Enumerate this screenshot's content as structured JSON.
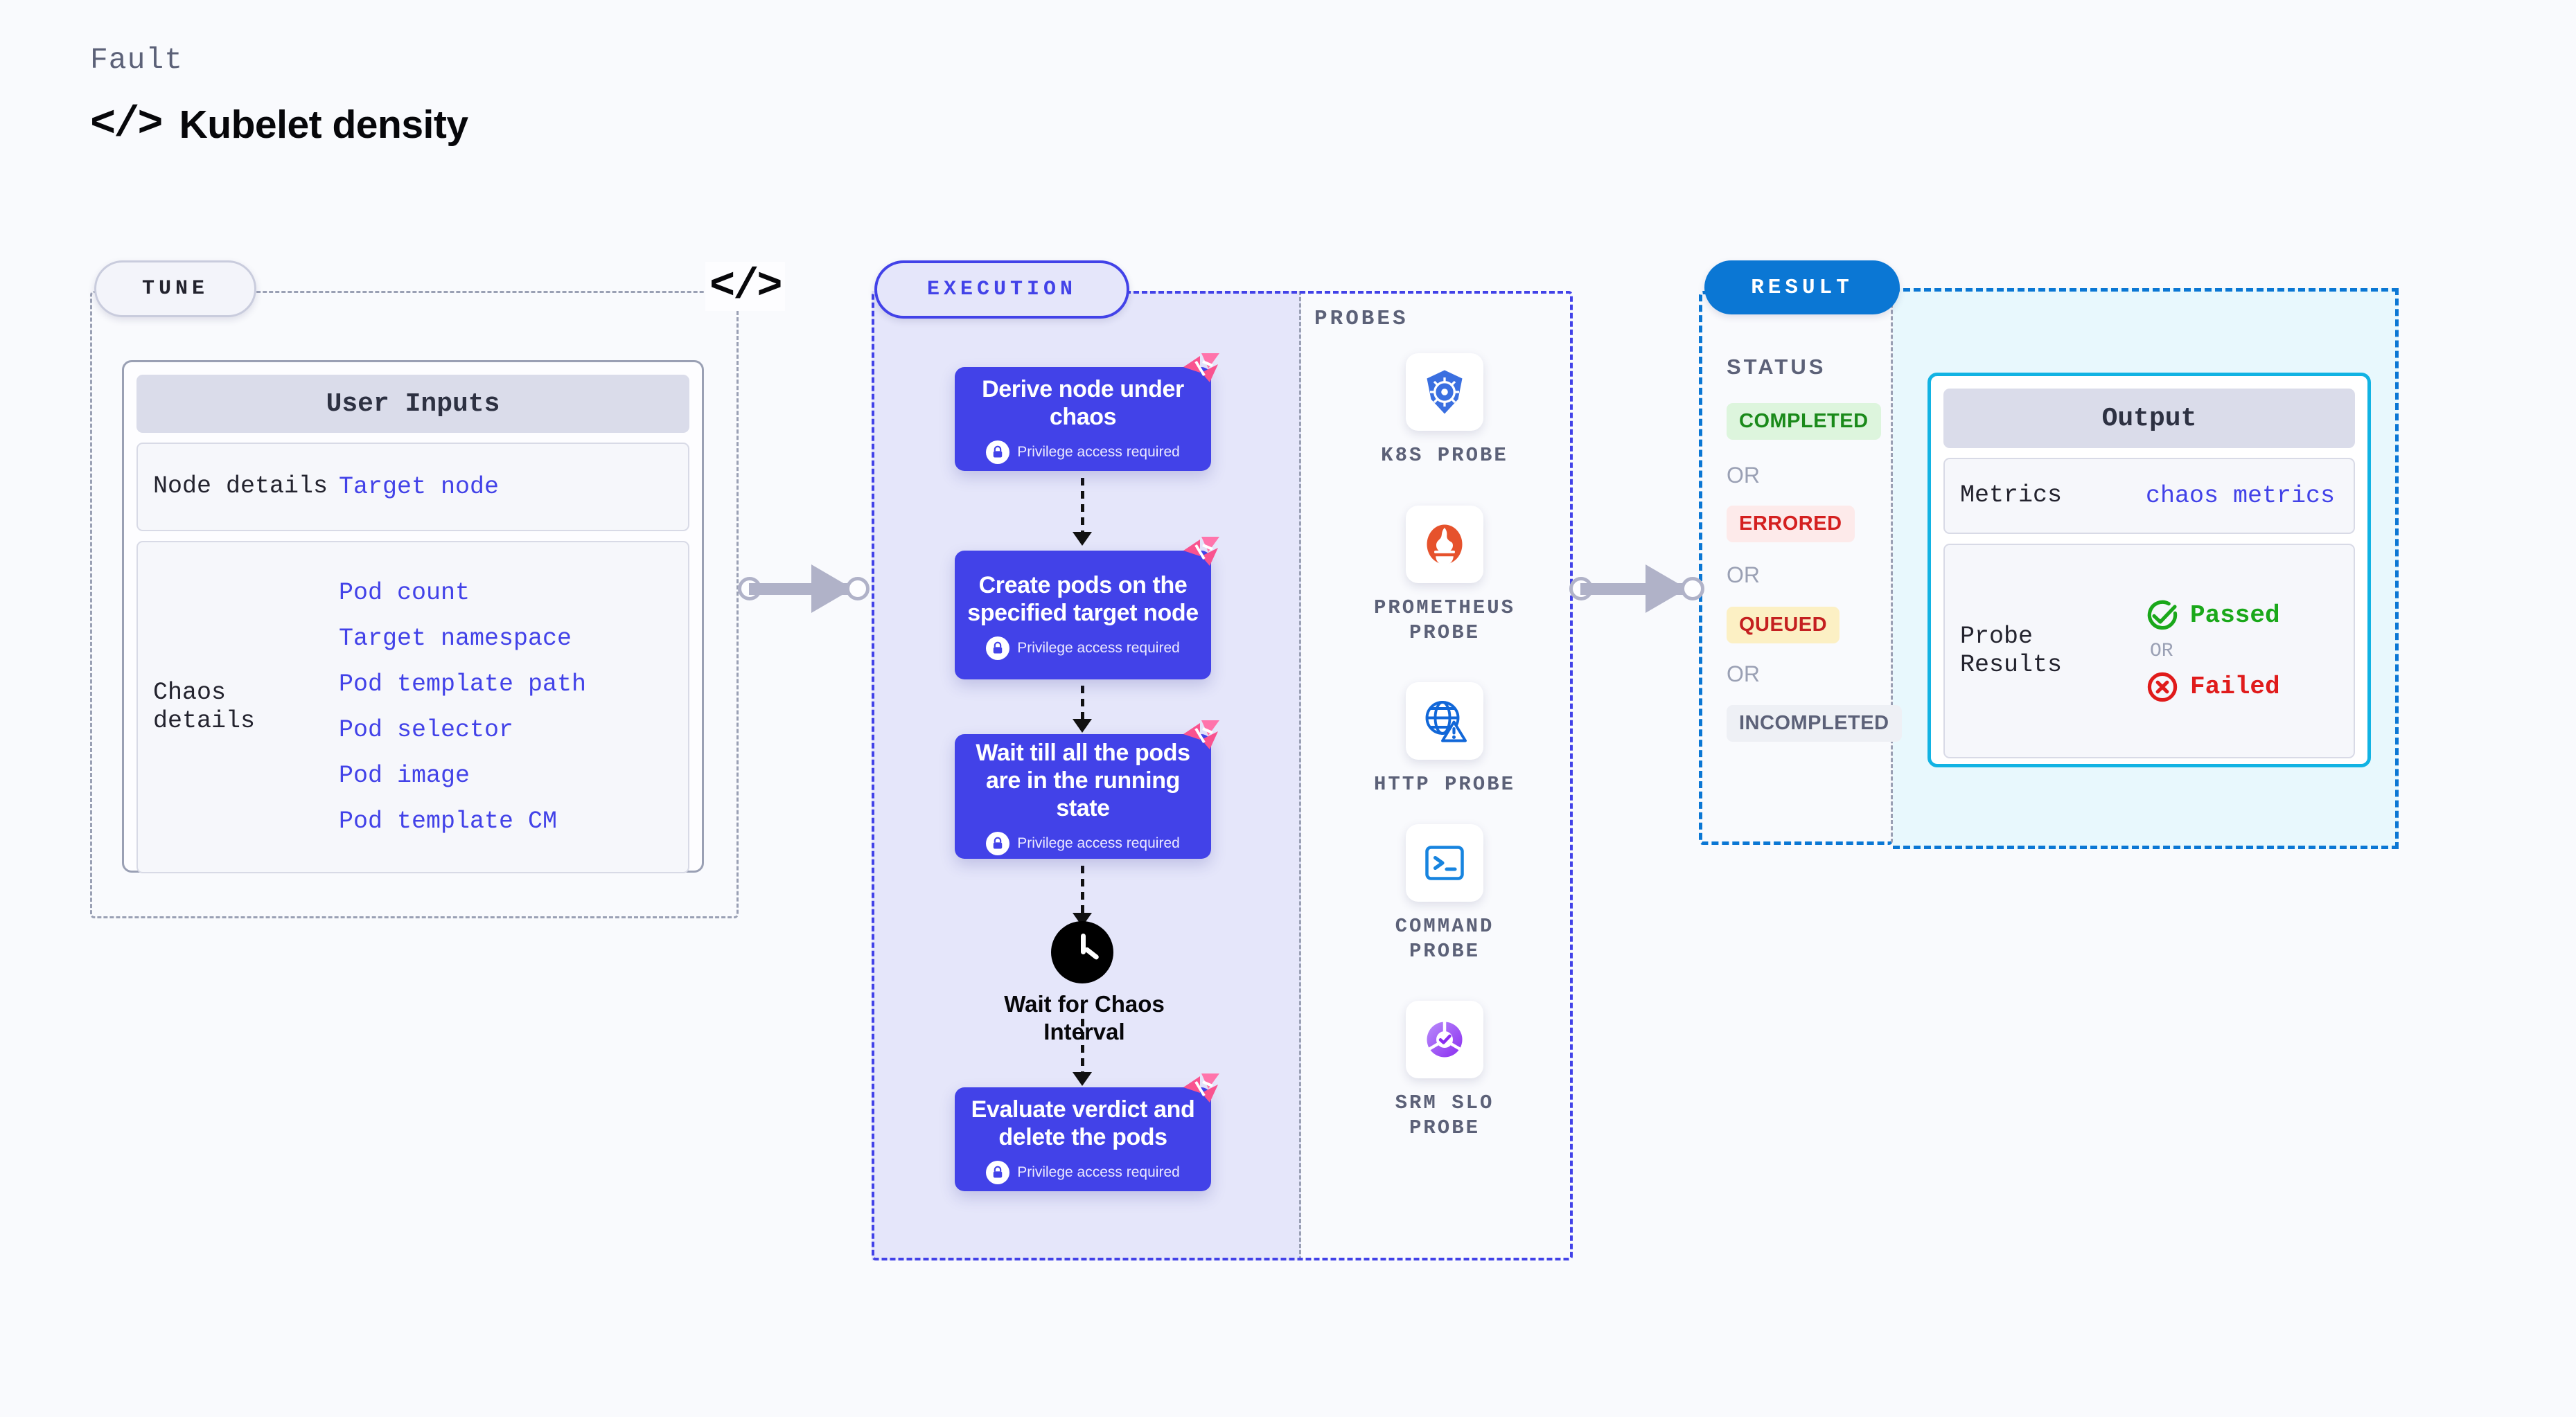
{
  "header": {
    "kicker": "Fault",
    "title": "Kubelet density",
    "code_icon": "</>"
  },
  "tune": {
    "pill_label": "TUNE",
    "code_icon": "</>",
    "card_title": "User Inputs",
    "rows": [
      {
        "key": "Node details",
        "values": [
          "Target node"
        ]
      },
      {
        "key": "Chaos details",
        "values": [
          "Pod count",
          "Target namespace",
          "Pod template path",
          "Pod selector",
          "Pod image",
          "Pod template CM"
        ]
      }
    ]
  },
  "execution": {
    "pill_label": "EXECUTION",
    "privilege_note": "Privilege access required",
    "steps": [
      {
        "title": "Derive node under chaos",
        "privileged": true,
        "flag": true
      },
      {
        "title": "Create pods on the specified target node",
        "privileged": true,
        "flag": true
      },
      {
        "title": "Wait till all the pods are in the running state",
        "privileged": true,
        "flag": true
      },
      {
        "title": "Evaluate verdict and delete the pods",
        "privileged": true,
        "flag": true
      }
    ],
    "wait_node": {
      "label": "Wait for Chaos Interval",
      "icon": "clock-icon"
    }
  },
  "probes": {
    "label": "PROBES",
    "items": [
      {
        "name": "K8S PROBE",
        "icon": "kubernetes-icon"
      },
      {
        "name": "PROMETHEUS PROBE",
        "icon": "prometheus-icon"
      },
      {
        "name": "HTTP PROBE",
        "icon": "http-globe-icon"
      },
      {
        "name": "COMMAND PROBE",
        "icon": "terminal-icon"
      },
      {
        "name": "SRM SLO PROBE",
        "icon": "srm-slo-icon"
      }
    ]
  },
  "result": {
    "pill_label": "RESULT",
    "status_label": "STATUS",
    "or_label": "OR",
    "statuses": [
      {
        "label": "COMPLETED",
        "bg": "#ddf5dd",
        "fg": "#1a8a1a"
      },
      {
        "label": "ERRORED",
        "bg": "#fdeaea",
        "fg": "#d42020"
      },
      {
        "label": "QUEUED",
        "bg": "#fcf0c4",
        "fg": "#c42020"
      },
      {
        "label": "INCOMPLETED",
        "bg": "#eef0f5",
        "fg": "#5c6178"
      }
    ],
    "output": {
      "card_title": "Output",
      "metrics_key": "Metrics",
      "metrics_value": "chaos metrics",
      "probe_results_key": "Probe Results",
      "passed_label": "Passed",
      "failed_label": "Failed",
      "or_label": "OR"
    }
  },
  "colors": {
    "page_bg": "#f9fafd",
    "accent_purple": "#4242e8",
    "accent_blue": "#0b77d4",
    "accent_cyan": "#12b3e3",
    "flag_pink": "#f9538f"
  }
}
